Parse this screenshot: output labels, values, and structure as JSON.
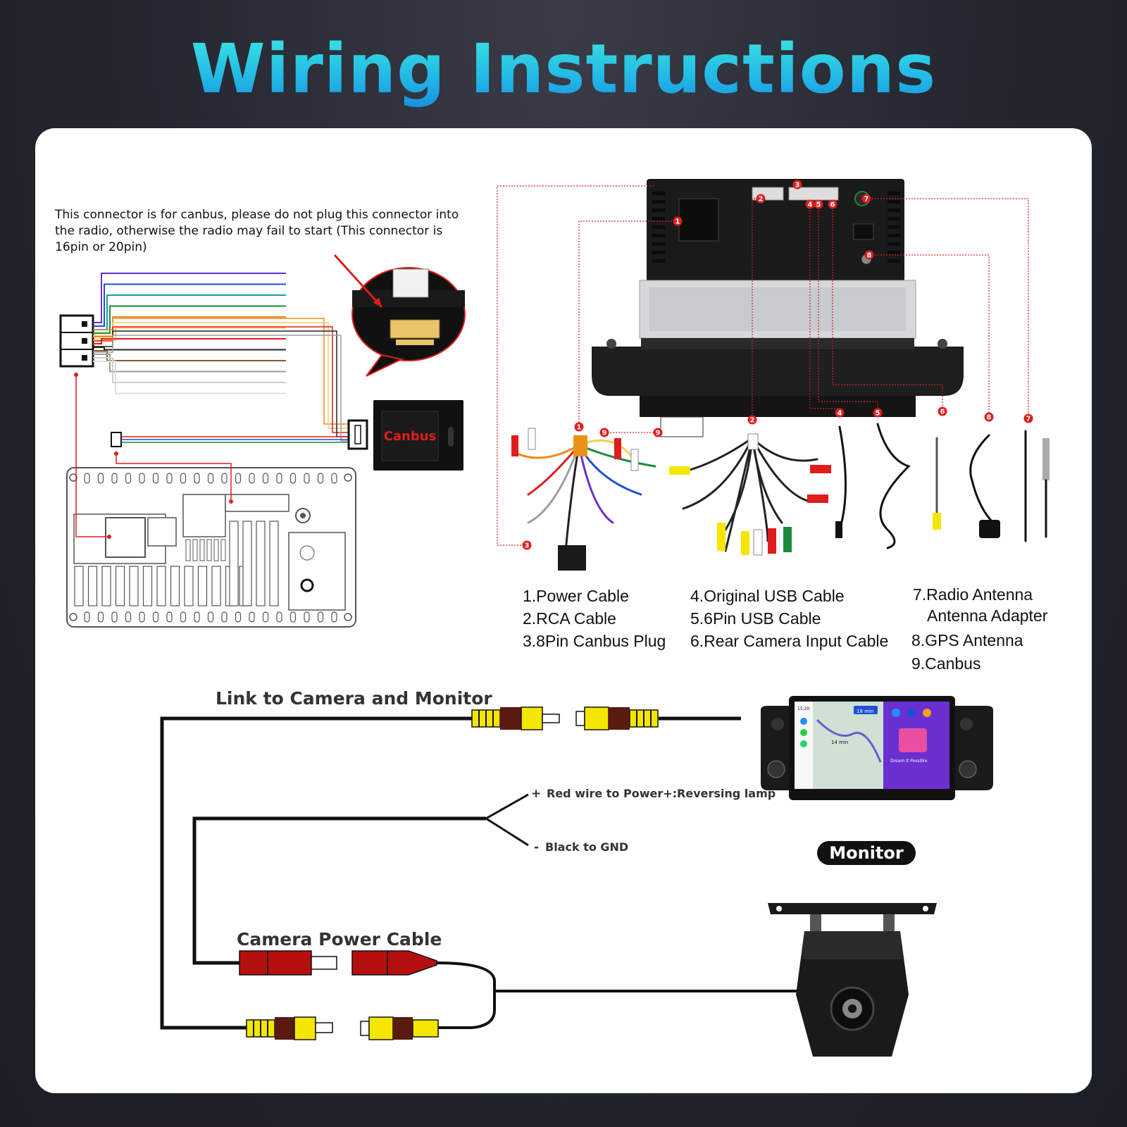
{
  "title": "Wiring Instructions",
  "canbus_note": [
    "This connector is for canbus, please do not plug this connector into",
    "the radio, otherwise the radio may fail to start (This connector is",
    "16pin or 20pin)"
  ],
  "canbus_box_label": "Canbus",
  "legend": {
    "col1": [
      "1.Power Cable",
      "2.RCA Cable",
      "3.8Pin Canbus Plug"
    ],
    "col2": [
      "4.Original USB Cable",
      "5.6Pin USB Cable",
      "6.Rear Camera Input Cable"
    ],
    "col3": [
      "7.Radio Antenna",
      "Antenna Adapter",
      "8.GPS Antenna",
      "9.Canbus"
    ]
  },
  "markers": [
    "1",
    "2",
    "3",
    "4",
    "5",
    "6",
    "7",
    "8",
    "9"
  ],
  "camera_section": {
    "link_label": "Link to Camera and Monitor",
    "power_label": "Camera Power Cable",
    "red_wire": "Red wire to Power+:Reversing lamp",
    "black_wire": "Black to GND",
    "plus": "+",
    "minus": "-",
    "monitor_badge": "Monitor"
  },
  "monitor_screen": {
    "time": "15:20",
    "eta": "18 min",
    "eta2": "14 min",
    "song": "Dream It Possible"
  },
  "wire_colors": [
    "#6a2fd0",
    "#1e4fd8",
    "#1a9e9e",
    "#1c8a3a",
    "#f08a1a",
    "#f2cf5a",
    "#e01d1d",
    "#222222",
    "#8a5a1e",
    "#9e9e9e",
    "#cfcfcf",
    "#ffffff"
  ],
  "colors": {
    "marker_red": "#e01d1d",
    "cable_yellow": "#f5e600",
    "cable_red": "#b51010",
    "title_cyan": "#2fd3e5"
  }
}
